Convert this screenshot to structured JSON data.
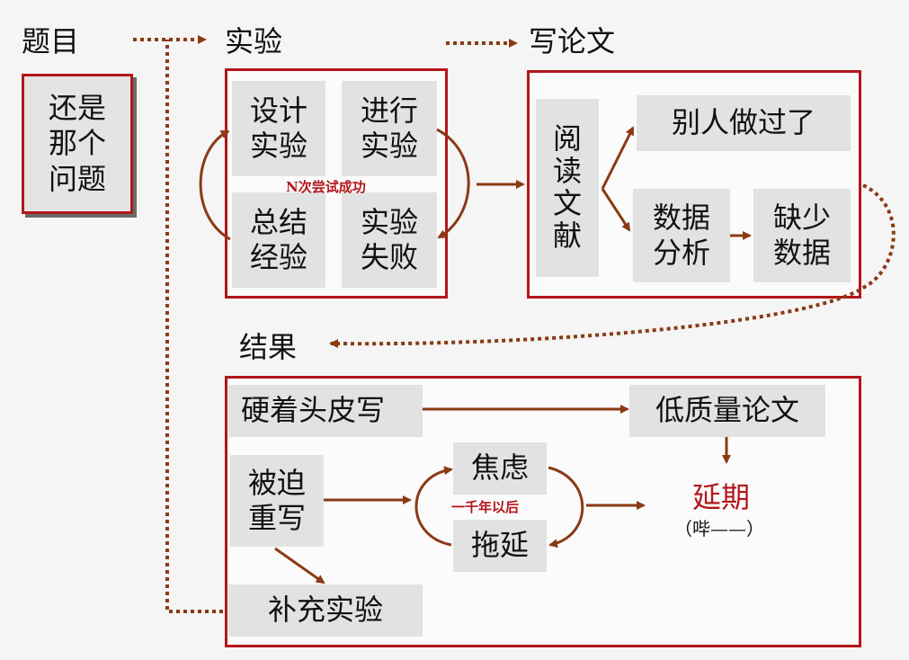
{
  "colors": {
    "frame": "#b3161b",
    "arrow": "#8b3a14",
    "box": "#e2e2e2",
    "accent_text": "#b3161b"
  },
  "headers": {
    "topic": "题目",
    "experiment": "实验",
    "writing": "写论文",
    "result": "结果"
  },
  "topic_box": "还是\n那个\n问题",
  "experiment": {
    "design": "设计\n实验",
    "conduct": "进行\n实验",
    "summarize": "总结\n经验",
    "fail": "实验\n失败",
    "loop_note": "N次尝试成功"
  },
  "writing": {
    "read": "阅\n读\n文\n献",
    "done_by_others": "别人做过了",
    "analysis": "数据\n分析",
    "lack_data": "缺少\n数据"
  },
  "result": {
    "write_anyway": "硬着头皮写",
    "low_quality": "低质量论文",
    "forced_rewrite": "被迫\n重写",
    "anxiety": "焦虑",
    "procrastinate": "拖延",
    "loop_note": "一千年以后",
    "delay": "延期",
    "delay_sound": "（哔——）",
    "supplement": "补充实验"
  }
}
